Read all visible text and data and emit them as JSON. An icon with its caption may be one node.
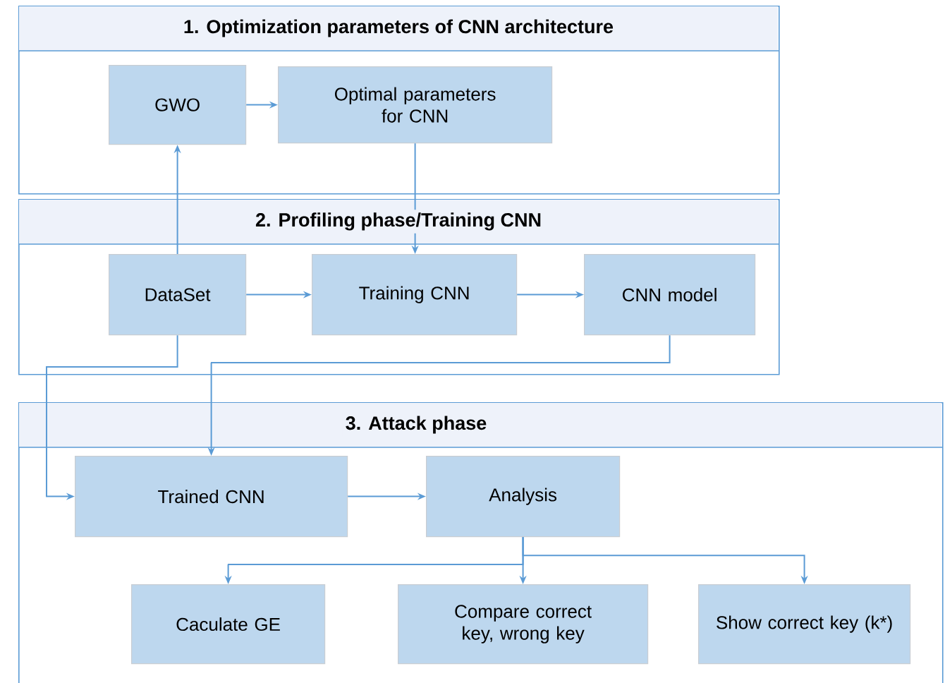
{
  "diagram": {
    "nodes": [
      {
        "text": [
          "1. Optimization parameters of CNN architecture"
        ]
      },
      {
        "text": [
          "GWO"
        ],
        "in": 0
      },
      {
        "text": [
          "Optimal parameters for CNN"
        ],
        "in": 0
      },
      {
        "text": [
          "2. Profiling phase/Training CNN"
        ]
      },
      {
        "text": [
          "DataSet"
        ],
        "in": 3
      },
      {
        "text": [
          "Training CNN"
        ],
        "in": 3
      },
      {
        "text": [
          "CNN model"
        ],
        "in": 3
      },
      {
        "text": [
          "3. Attack phase"
        ]
      },
      {
        "text": [
          "Trained CNN"
        ],
        "in": 7
      },
      {
        "text": [
          "Analysis"
        ],
        "in": 7
      },
      {
        "text": [
          "Caculate GE"
        ],
        "in": 7
      },
      {
        "text": [
          "Compare correct key, wrong key"
        ],
        "in": 7
      },
      {
        "text": [
          "Show correct key (k*)"
        ],
        "in": 7
      }
    ],
    "edges": [
      {
        "from": 1,
        "to": 2,
        "arrow": "to"
      },
      {
        "from": 4,
        "to": 1,
        "arrow": "to"
      },
      {
        "from": 2,
        "to": 5,
        "arrow": "to"
      },
      {
        "from": 4,
        "to": 5,
        "arrow": "to"
      },
      {
        "from": 5,
        "to": 6,
        "arrow": "to"
      },
      {
        "from": 4,
        "to": 8,
        "arrow": "to"
      },
      {
        "from": 6,
        "to": 8,
        "arrow": "to"
      },
      {
        "from": 8,
        "to": 9,
        "arrow": "to"
      },
      {
        "from": 9,
        "to": 10,
        "arrow": "to"
      },
      {
        "from": 9,
        "to": 11,
        "arrow": "to"
      },
      {
        "from": 9,
        "to": 12,
        "arrow": "to"
      }
    ]
  }
}
